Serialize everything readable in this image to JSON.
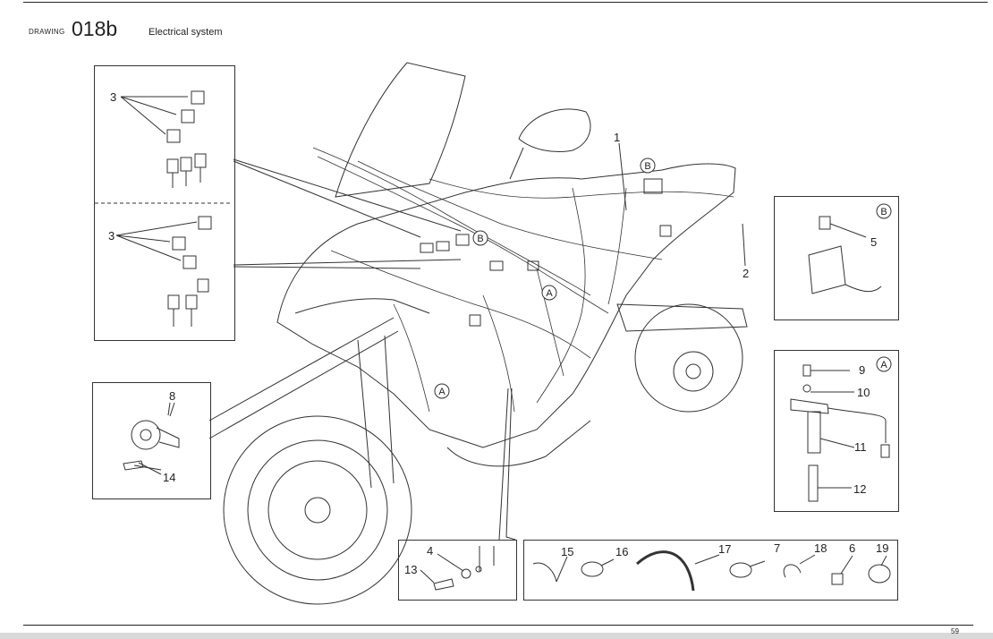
{
  "header": {
    "drawing_label": "DRAWING",
    "code": "018b",
    "title": "Electrical system"
  },
  "footer": {
    "page_number": "59"
  },
  "callouts": {
    "main": [
      "1",
      "2"
    ],
    "relays_upper": "3",
    "relays_lower": "3",
    "horn": [
      "8",
      "14"
    ],
    "detail_b": [
      "5"
    ],
    "detail_a": [
      "9",
      "10",
      "11",
      "12"
    ],
    "ground": [
      "4",
      "13"
    ],
    "clips": [
      "15",
      "16",
      "17",
      "7",
      "18",
      "6",
      "19"
    ]
  },
  "markers": {
    "a": "A",
    "b": "B"
  }
}
